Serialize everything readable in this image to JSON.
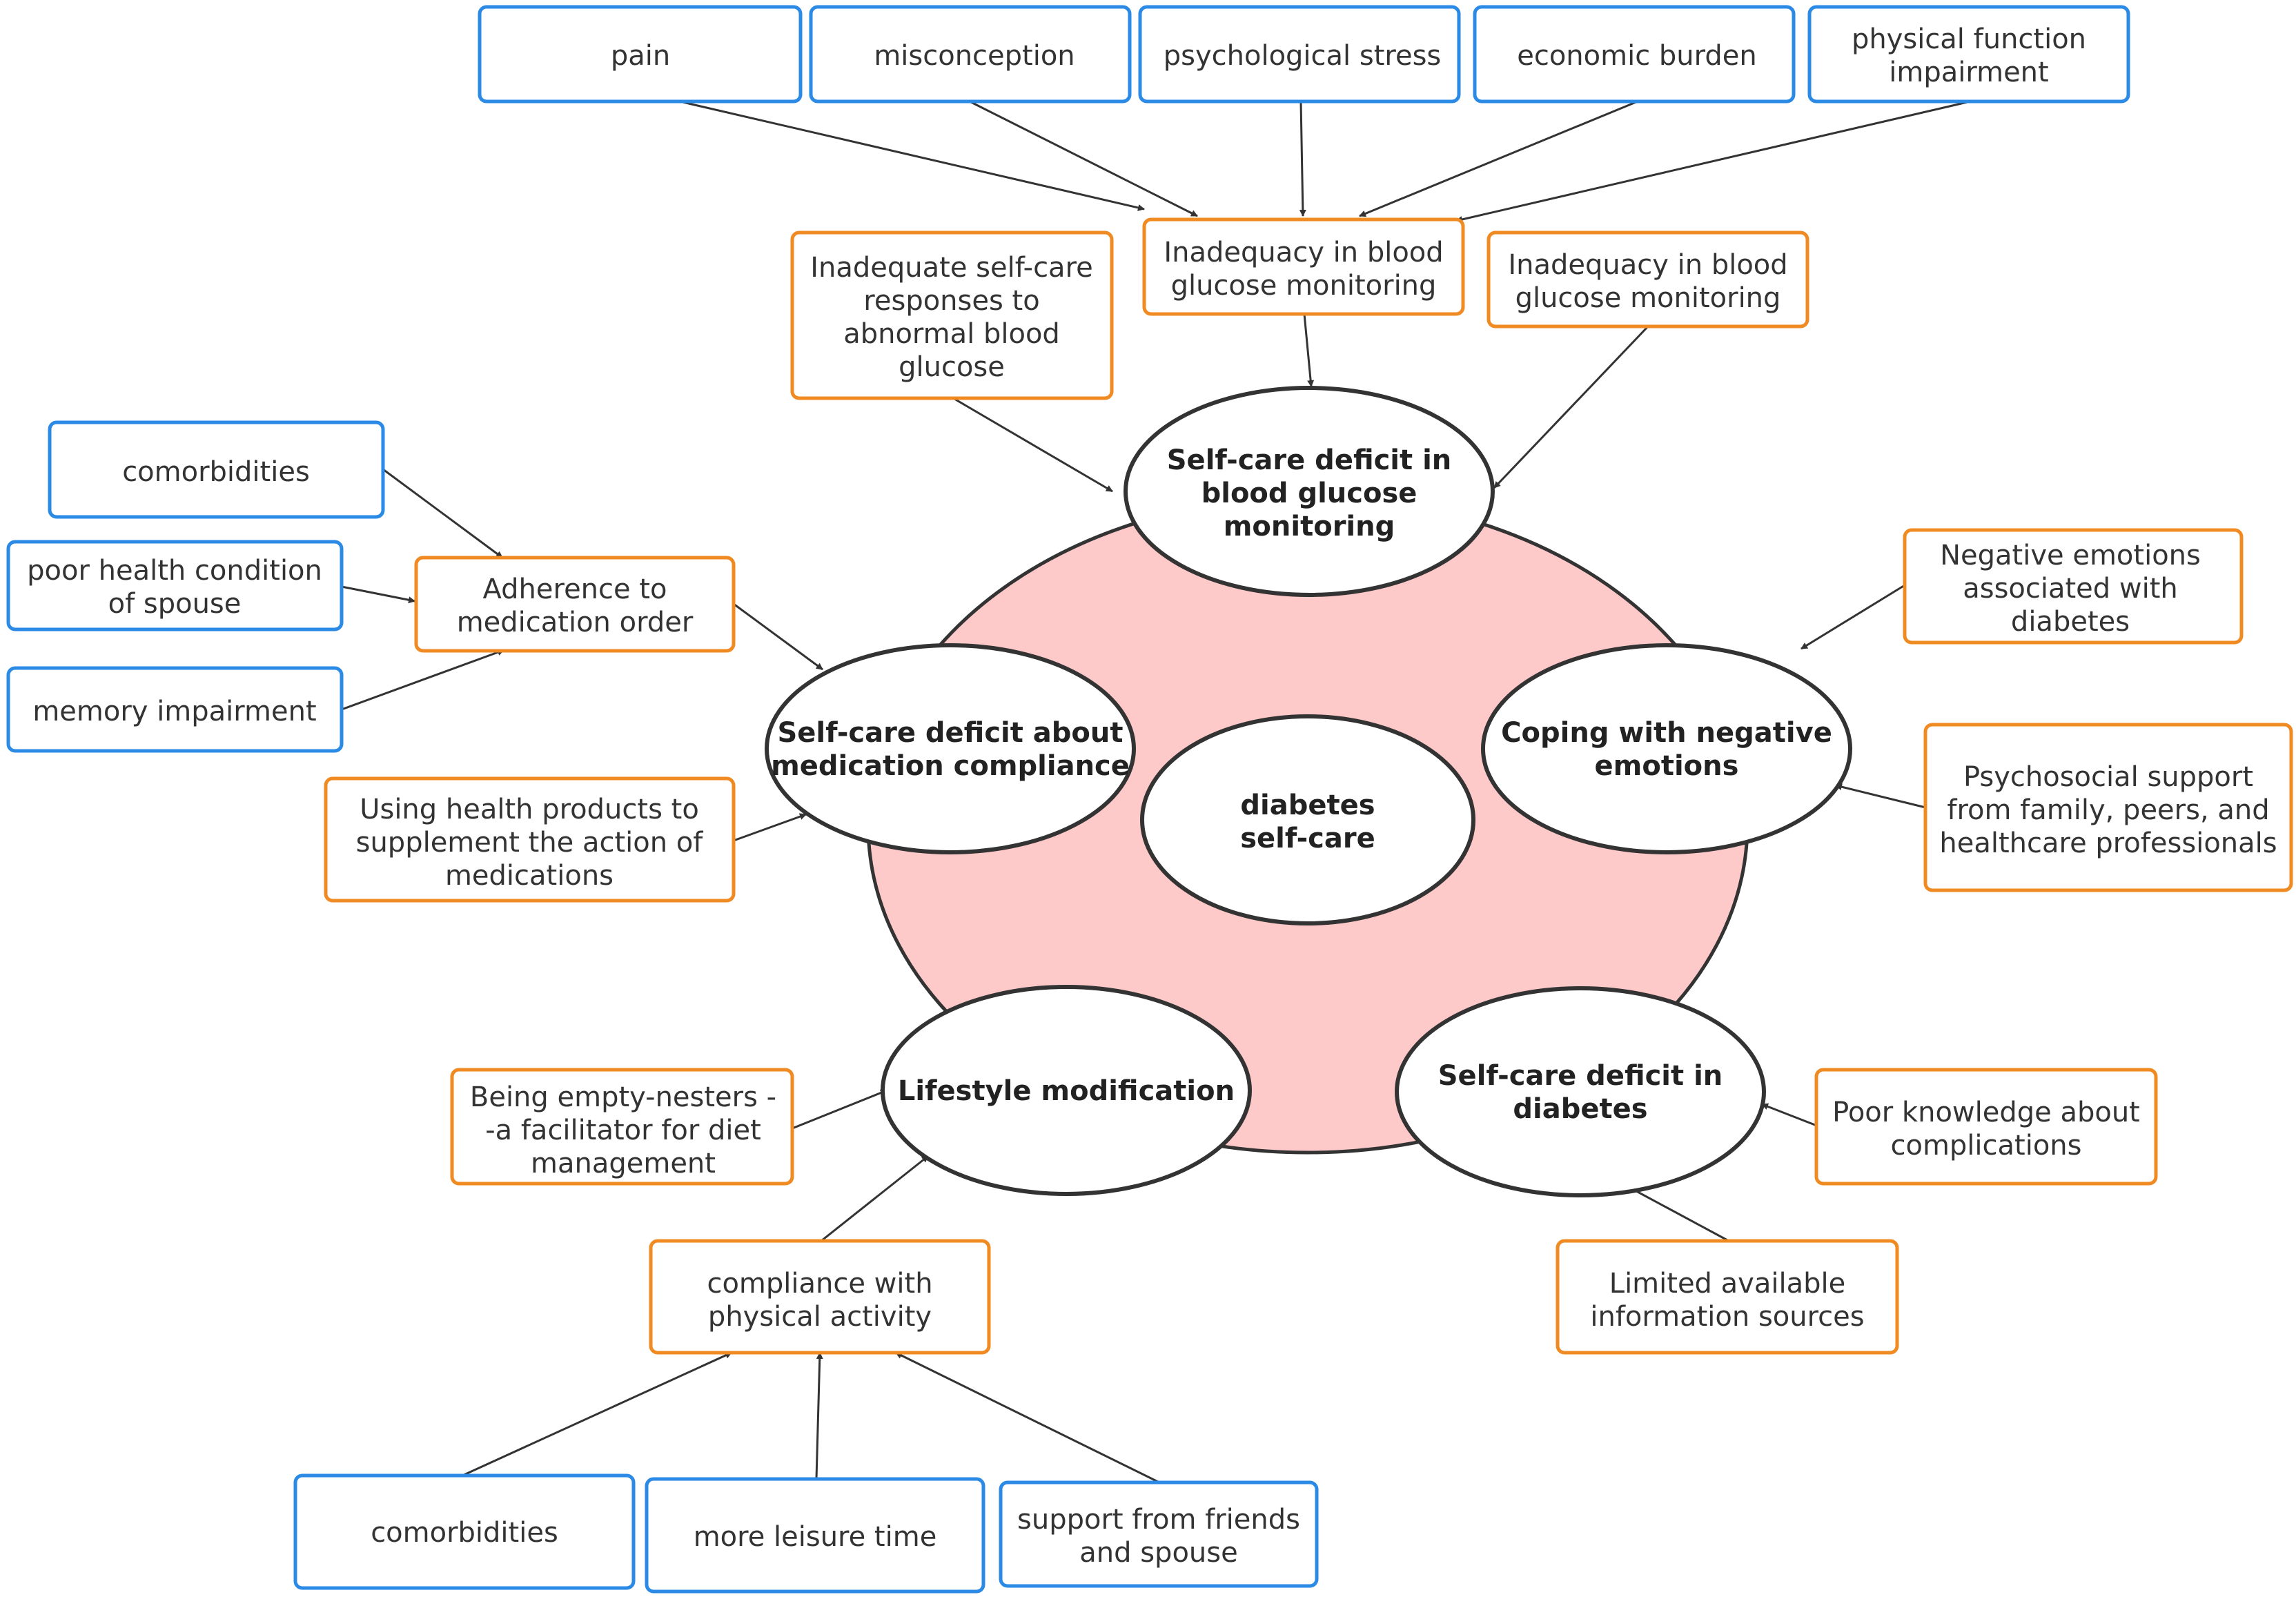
{
  "colors": {
    "factor_box": "#2a8ae6",
    "subtheme_box": "#f08a22",
    "center_fill": "#fdc9c9",
    "node_stroke": "#333333"
  },
  "center": {
    "lines": [
      "diabetes",
      "self-care"
    ]
  },
  "themes": {
    "blood_glucose": {
      "lines": [
        "Self-care deficit in",
        "blood glucose",
        "monitoring"
      ]
    },
    "medication": {
      "lines": [
        "Self-care deficit about",
        "medication compliance"
      ]
    },
    "coping": {
      "lines": [
        "Coping with negative",
        "emotions"
      ]
    },
    "lifestyle": {
      "lines": [
        "Lifestyle modification"
      ]
    },
    "diabetes_deficit": {
      "lines": [
        "Self-care deficit in",
        "diabetes"
      ]
    }
  },
  "subthemes": {
    "inadequacy_monitoring_a": {
      "lines": [
        "Inadequacy in blood",
        "glucose monitoring"
      ]
    },
    "inadequacy_monitoring_b": {
      "lines": [
        "Inadequacy in blood",
        "glucose monitoring"
      ]
    },
    "inadequate_responses": {
      "lines": [
        "Inadequate self-care",
        "responses to",
        "abnormal blood",
        "glucose"
      ]
    },
    "adherence": {
      "lines": [
        "Adherence to",
        "medication order"
      ]
    },
    "health_products": {
      "lines": [
        "Using health products to",
        "supplement the action of",
        "medications"
      ]
    },
    "negative_emotions": {
      "lines": [
        "Negative emotions",
        "associated with",
        "diabetes"
      ]
    },
    "psychosocial_support": {
      "lines": [
        "Psychosocial support",
        "from family, peers, and",
        "healthcare professionals"
      ]
    },
    "empty_nesters": {
      "lines": [
        "Being empty-nesters -",
        "-a facilitator for diet",
        "management"
      ]
    },
    "physical_activity": {
      "lines": [
        "compliance with",
        "physical activity"
      ]
    },
    "poor_knowledge": {
      "lines": [
        "Poor knowledge about",
        "complications"
      ]
    },
    "limited_information": {
      "lines": [
        "Limited available",
        "information sources"
      ]
    }
  },
  "factors": {
    "pain": {
      "lines": [
        "pain"
      ]
    },
    "misconception": {
      "lines": [
        "misconception"
      ]
    },
    "psychological_stress": {
      "lines": [
        "psychological stress"
      ]
    },
    "economic_burden": {
      "lines": [
        "economic burden"
      ]
    },
    "physical_function": {
      "lines": [
        "physical function",
        "impairment"
      ]
    },
    "comorbidities_top": {
      "lines": [
        "comorbidities"
      ]
    },
    "poor_health_spouse": {
      "lines": [
        "poor health condition",
        "of spouse"
      ]
    },
    "memory_impairment": {
      "lines": [
        "memory impairment"
      ]
    },
    "comorbidities_bottom": {
      "lines": [
        "comorbidities"
      ]
    },
    "leisure_time": {
      "lines": [
        "more leisure time"
      ]
    },
    "support_friends": {
      "lines": [
        "support from friends",
        "and spouse"
      ]
    }
  }
}
